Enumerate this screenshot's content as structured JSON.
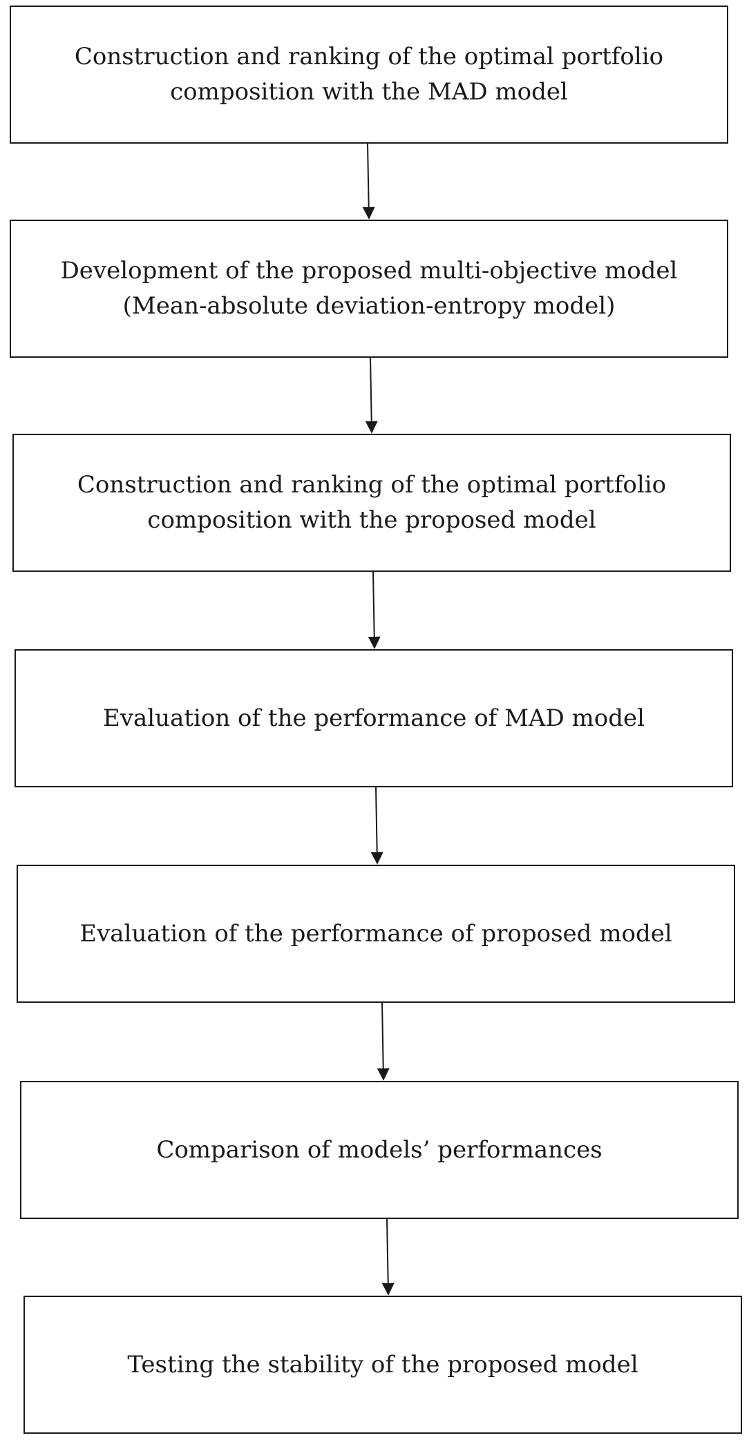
{
  "steps": [
    {
      "id": "mad-portfolio",
      "text": "Construction and ranking of the optimal portfolio composition with the MAD model"
    },
    {
      "id": "develop-model",
      "text": "Development of the proposed multi-objective model (Mean-absolute deviation-entropy model)"
    },
    {
      "id": "proposed-portfolio",
      "text": "Construction and ranking of the optimal portfolio composition with the proposed model"
    },
    {
      "id": "eval-mad",
      "text": "Evaluation of the performance of MAD model"
    },
    {
      "id": "eval-proposed",
      "text": "Evaluation of the performance of proposed model"
    },
    {
      "id": "comparison",
      "text": "Comparison of models’ performances"
    },
    {
      "id": "stability",
      "text": "Testing the stability of the proposed model"
    }
  ]
}
